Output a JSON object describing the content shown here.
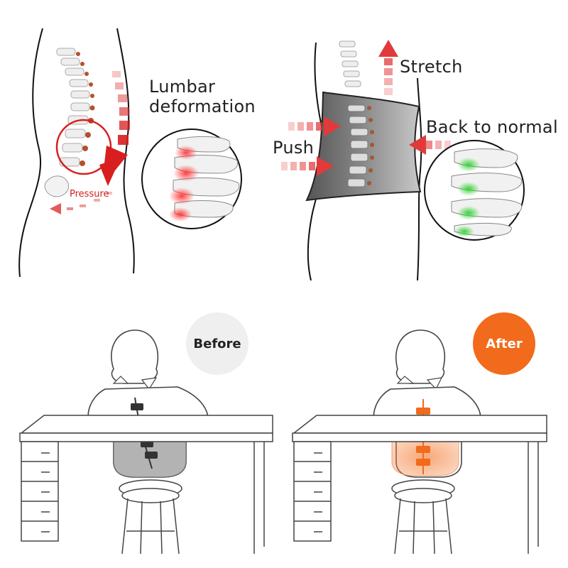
{
  "panels": {
    "top_left": {
      "title": "Lumbar deformation",
      "title_line1": "Lumbar",
      "title_line2": "deformation",
      "pressure_label": "Pressure"
    },
    "top_right": {
      "stretch_label": "Stretch",
      "push_label": "Push",
      "normal_label": "Back to normal"
    },
    "bottom_left": {
      "badge": "Before"
    },
    "bottom_right": {
      "badge": "After"
    }
  },
  "colors": {
    "pressure_red": "#d81e1e",
    "normal_green": "#3ecb3e",
    "after_orange": "#f26a1b",
    "before_gray": "#efefef",
    "belt_gray": "#6a6a6a"
  }
}
